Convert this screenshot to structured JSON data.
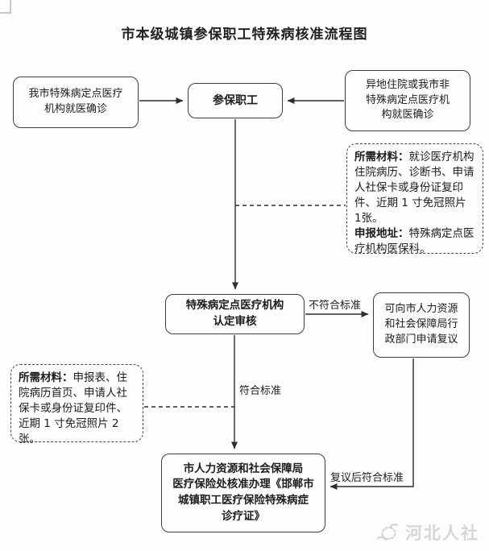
{
  "title": "市本级城镇参保职工特殊病核准流程图",
  "nodes": {
    "confirm_local": {
      "text": "我市特殊病定点医疗\n机构就医确诊"
    },
    "insured_worker": {
      "text": "参保职工"
    },
    "confirm_remote": {
      "text": "异地住院或我市非\n特殊病定点医疗机\n构就医确诊"
    },
    "review": {
      "text": "特殊病定点医疗机构\n认定审核"
    },
    "appeal": {
      "text": "可向市人力资源\n和社会保障局行\n政部门申请复议"
    },
    "final": {
      "text": "市人力资源和社会保障局\n医疗保险处核准办理《邯郸市\n城镇职工医疗保险特殊病症\n诊疗证》"
    }
  },
  "notes": {
    "materials_right": {
      "label1": "所需材料：",
      "text1": "就诊医疗机构住院病历、诊断书、申请人社保卡或身份证复印件、近期 1 寸免冠照片 1张。",
      "label2": "申报地址：",
      "text2": "特殊病定点医疗机构医保科。"
    },
    "materials_left": {
      "label": "所需材料：",
      "text": "申报表、住院病历首页、申请人社保卡或身份证复印件、近期 1 寸免冠照片 2 张。"
    }
  },
  "edge_labels": {
    "not_qualified": "不符合标准",
    "qualified": "符合标准",
    "appeal_qualified": "复议后符合标准"
  },
  "watermark": {
    "text": "河北人社"
  },
  "colors": {
    "line": "#2e2e2e",
    "box_border": "#3e3e3e",
    "text": "#1c1c1c",
    "watermark": "#d6d6d6",
    "background": "#fdfdfd"
  }
}
